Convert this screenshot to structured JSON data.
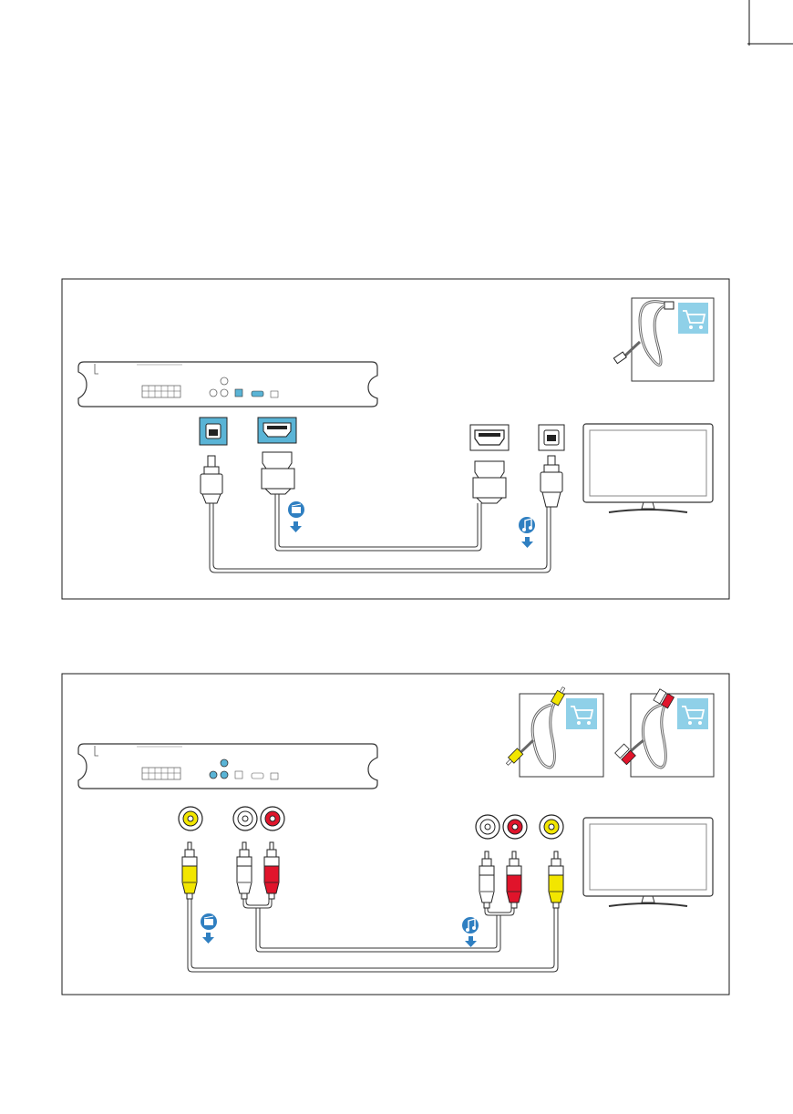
{
  "colors": {
    "border": "#1a1a1a",
    "line": "#333333",
    "accent_blue": "#5ab4d6",
    "arrow_blue": "#2f7fc1",
    "cart_blue": "#8fd0e8",
    "tv_gray": "#888888",
    "rca_yellow": "#f2e600",
    "rca_red": "#e0142b",
    "rca_white": "#ffffff"
  },
  "icons": [
    "crop-mark-icon",
    "shopping-cart-icon",
    "optical-cable-icon",
    "composite-cable-icon",
    "audio-cable-icon",
    "video-signal-icon",
    "music-note-icon",
    "down-arrow-icon",
    "tv-icon",
    "player-rear-panel-icon"
  ],
  "panels": [
    {
      "id": "hdmi-optical",
      "sockets": [
        "optical",
        "hdmi",
        "hdmi",
        "optical"
      ],
      "cable_accessory": "optical"
    },
    {
      "id": "composite",
      "sockets": [
        "yellow",
        "white",
        "red",
        "white",
        "red",
        "yellow"
      ],
      "cable_accessory": [
        "composite",
        "audio"
      ]
    }
  ]
}
